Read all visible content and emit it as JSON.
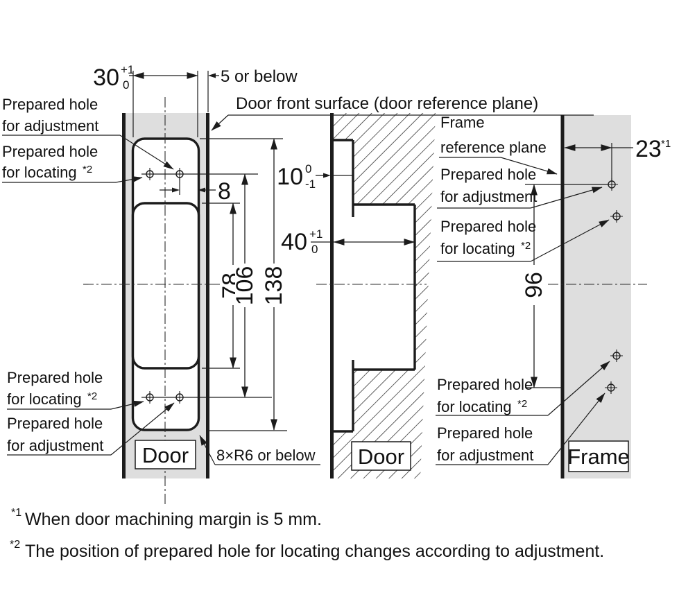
{
  "colors": {
    "line": "#1c1c1c",
    "panel_gray": "#dedede",
    "text": "#111111",
    "background": "#ffffff"
  },
  "labels": {
    "prepared_hole": "Prepared hole",
    "for_adjustment": "for adjustment",
    "for_locating": "for locating",
    "ref1": "*1",
    "ref2": "*2",
    "door_front_surface": "Door front surface (door reference plane)",
    "five_or_below": "5 or below",
    "frame_ref_line1": "Frame",
    "frame_ref_line2": "reference plane",
    "radius_note": "8×R6 or below",
    "door": "Door",
    "frame": "Frame"
  },
  "dims": {
    "width30": {
      "value": "30",
      "upper": "+1",
      "lower": "0"
    },
    "depth10": {
      "value": "10",
      "upper": "0",
      "lower": "-1"
    },
    "depth40": {
      "value": "40",
      "upper": "+1",
      "lower": "0"
    },
    "hole_offset8": "8",
    "pocket_height78": "78",
    "hole_pitch106": "106",
    "cutout_length138": "138",
    "frame_offset23": {
      "value": "23",
      "ref": "*1"
    },
    "frame_pitch96": "96"
  },
  "footnotes": {
    "note1_marker": "*1",
    "note1": "When door machining margin is 5 mm.",
    "note2_marker": "*2",
    "note2": "The position of prepared hole for locating changes according to adjustment."
  }
}
